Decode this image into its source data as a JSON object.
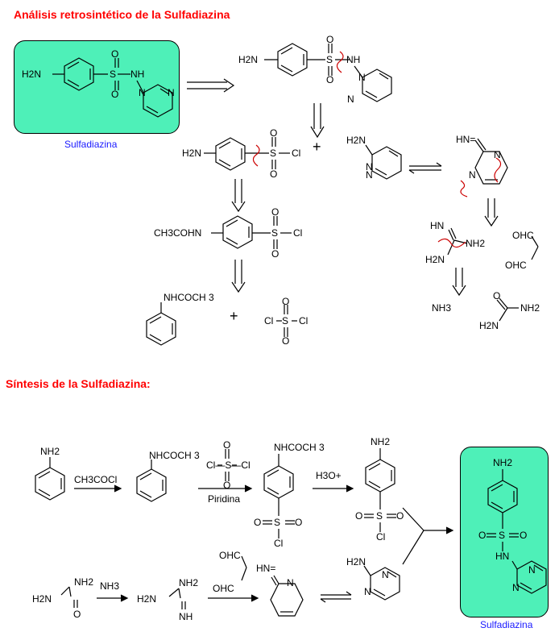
{
  "retro_title": "Análisis retrosintético de la Sulfadiazina",
  "synth_title": "Síntesis de la Sulfadiazina:",
  "target_name": "Sulfadiazina",
  "colors": {
    "title": "#ff0000",
    "box_fill": "#4ef0b8",
    "disconnection": "#cc0000",
    "label": "#1a1aff"
  },
  "atoms": {
    "h2n": "H2N",
    "nh": "NH",
    "nh2": "NH2",
    "s": "S",
    "o": "O",
    "cl": "Cl",
    "n": "N",
    "hn": "HN",
    "hn_eq": "HN=",
    "ch3cohn": "CH3COHN",
    "nhcoch3": "NHCOCH 3",
    "nh3": "NH3",
    "ohc": "OHC",
    "plus": "+"
  },
  "reagents": {
    "acetyl_chloride": "CH3COCl",
    "chlorosulfonic": "Cl—S—Cl",
    "pyridine": "Piridina",
    "hydronium": "H3O+",
    "ammonia": "NH3"
  }
}
